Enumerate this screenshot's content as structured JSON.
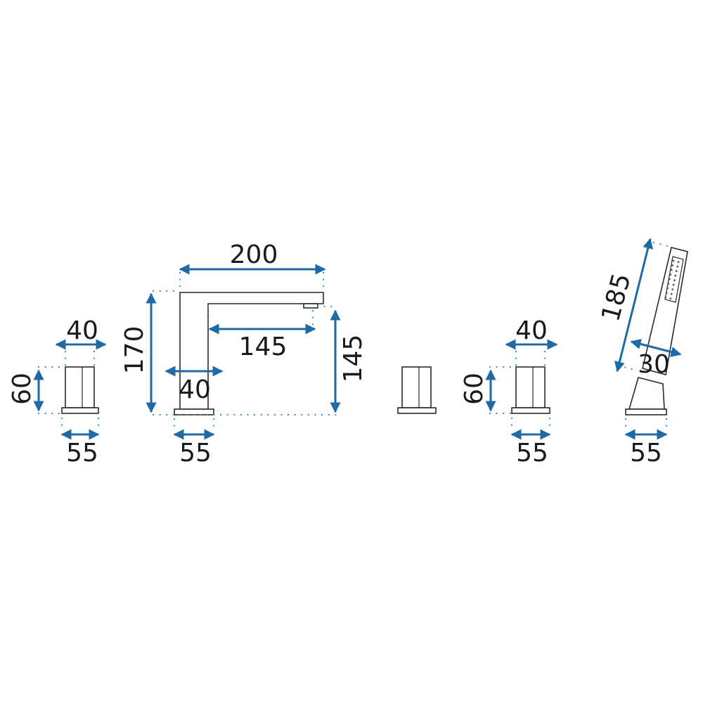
{
  "colors": {
    "dimension": "#1f6aa5",
    "outline": "#2a2a2a",
    "extension": "#3a88c6"
  },
  "dimensions": {
    "handle_left": {
      "width_top": "40",
      "height": "60",
      "base_width": "55"
    },
    "spout": {
      "length": "200",
      "height": "170",
      "inner_length": "145",
      "outlet_height": "145",
      "body_width": "40",
      "base_width": "55"
    },
    "handle_right": {
      "width_top": "40",
      "height": "60",
      "base_width": "55"
    },
    "hand_shower": {
      "length": "185",
      "diameter": "30",
      "base_width": "55"
    }
  }
}
